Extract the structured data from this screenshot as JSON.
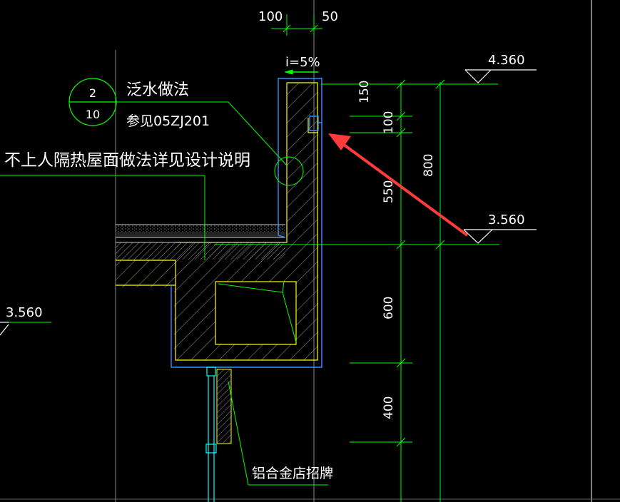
{
  "colors": {
    "background": "#000000",
    "white": "#ffffff",
    "green": "#00ff00",
    "yellow": "#ffff00",
    "blue": "#3a8bff",
    "cyan": "#00ffff",
    "gray": "#9a9a9a",
    "red": "#ff3b3b"
  },
  "dims_top": {
    "left": "100",
    "right": "50"
  },
  "slope": "i=5%",
  "elevations": {
    "top": "4.360",
    "mid": "3.560",
    "left": "3.560"
  },
  "callout": {
    "detail_number": "2",
    "sheet_number": "10",
    "title": "泛水做法",
    "reference": "参见05ZJ201"
  },
  "roof_note": "不上人隔热屋面做法详见设计说明",
  "sign_note": "铝合金店招牌",
  "dims_vertical": {
    "d150": "150",
    "d100": "100",
    "d550": "550",
    "d800": "800",
    "d600": "600",
    "d400": "400"
  }
}
